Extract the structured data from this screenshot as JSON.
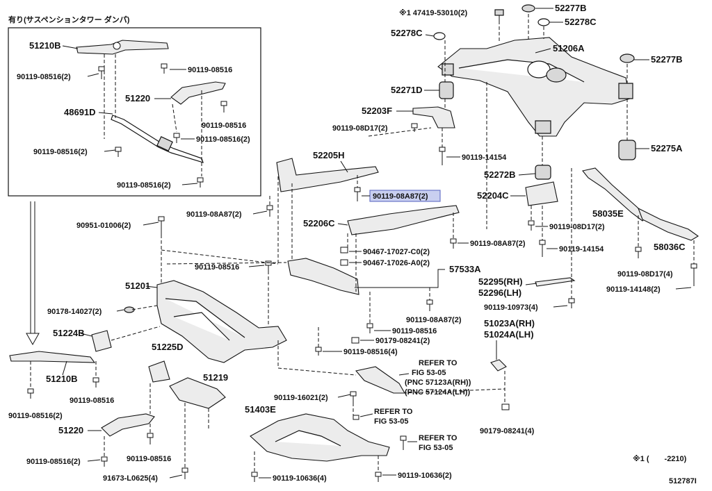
{
  "inset": {
    "caption": "有り(サスペンションタワー ダンパ)",
    "labels": {
      "p51210b_top": "51210B",
      "b90119_08516_2_a": "90119-08516(2)",
      "b90119_08516_a": "90119-08516",
      "p51220_top": "51220",
      "p48691d": "48691D",
      "b90119_08516_b": "90119-08516",
      "b90119_08516_2_b": "90119-08516(2)",
      "b90119_08516_2_c": "90119-08516(2)",
      "b90119_08516_2_d": "90119-08516(2)"
    }
  },
  "labels": {
    "note_47419": "※1 47419-53010(2)",
    "p52277b_top": "52277B",
    "p52278c_left": "52278C",
    "p52278c_right": "52278C",
    "p51206a": "51206A",
    "p52277b_right": "52277B",
    "p52271d": "52271D",
    "p52203f": "52203F",
    "b90119_08d17_2_a": "90119-08D17(2)",
    "b90119_14154_a": "90119-14154",
    "p52275a": "52275A",
    "p52205h": "52205H",
    "p52272b": "52272B",
    "b90119_08a87_2_hl": "90119-08A87(2)",
    "p52204c": "52204C",
    "p58035e": "58035E",
    "b90119_08a87_2_a": "90119-08A87(2)",
    "b90951_01006_2": "90951-01006(2)",
    "p52206c": "52206C",
    "b90119_08d17_2_b": "90119-08D17(2)",
    "p58036c": "58036C",
    "b90119_08a87_2_b": "90119-08A87(2)",
    "b90467_17027": "90467-17027-C0(2)",
    "b90119_14154_b": "90119-14154",
    "b90467_17026": "90467-17026-A0(2)",
    "p57533a": "57533A",
    "b90119_08516_c": "90119-08516",
    "b90119_08d17_4": "90119-08D17(4)",
    "p52295": "52295(RH)",
    "p52296": "52296(LH)",
    "b90119_14148_2": "90119-14148(2)",
    "p51201": "51201",
    "b90119_10973_4": "90119-10973(4)",
    "b90178_14027_2": "90178-14027(2)",
    "b90119_08a87_2_c": "90119-08A87(2)",
    "p51023a": "51023A(RH)",
    "p51024a": "51024A(LH)",
    "p51224b": "51224B",
    "b90119_08516_d": "90119-08516",
    "b90179_08241_2": "90179-08241(2)",
    "p51225d": "51225D",
    "b90119_08516_4": "90119-08516(4)",
    "p51219": "51219",
    "ref1_a": "REFER TO",
    "ref1_b": "FIG 53-05",
    "ref1_c": "(PNC 57123A(RH))",
    "ref1_d": "(PNC 57124A(LH))",
    "p51210b_bottom": "51210B",
    "b90119_08516_e": "90119-08516",
    "b90119_16021_2": "90119-16021(2)",
    "p51403e": "51403E",
    "ref2_a": "REFER TO",
    "ref2_b": "FIG 53-05",
    "b90119_08516_2_e": "90119-08516(2)",
    "p51220_bottom": "51220",
    "ref3_a": "REFER TO",
    "ref3_b": "FIG 53-05",
    "b90179_08241_4": "90179-08241(4)",
    "b90119_08516_2_f": "90119-08516(2)",
    "b90119_08516_f": "90119-08516",
    "note_2210": "※1 (　　-2210)",
    "b91673_l0625_4": "91673-L0625(4)",
    "b90119_10636_4": "90119-10636(4)",
    "b90119_10636_2": "90119-10636(2)",
    "fig_id": "512787I"
  },
  "colors": {
    "line": "#111111",
    "highlight_fill": "#c9cff0",
    "highlight_stroke": "#6a76c8"
  }
}
